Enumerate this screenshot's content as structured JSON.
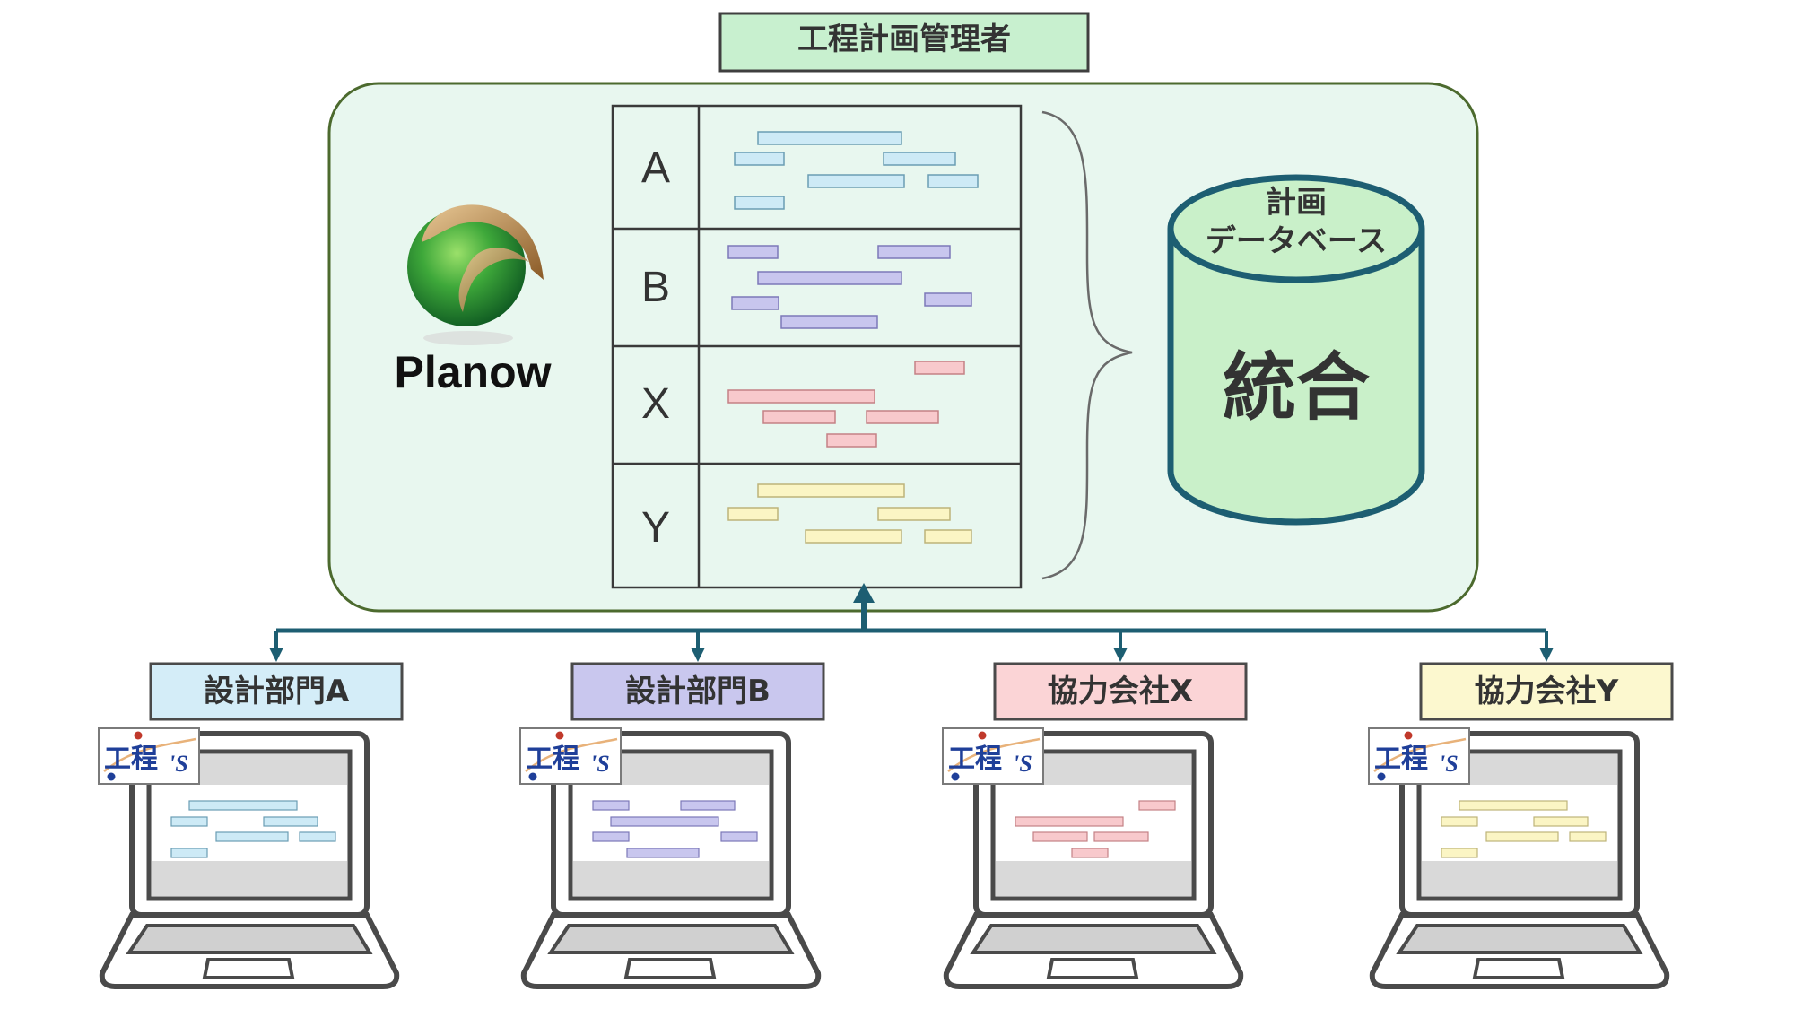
{
  "manager_label": "工程計画管理者",
  "brand": {
    "name": "Planow"
  },
  "schedule_table": {
    "rows": [
      {
        "label": "A",
        "color": "#cdeaf6",
        "border": "#6a9db3"
      },
      {
        "label": "B",
        "color": "#c8c6ee",
        "border": "#7c78b8"
      },
      {
        "label": "X",
        "color": "#f8c9cc",
        "border": "#c48185"
      },
      {
        "label": "Y",
        "color": "#fbf5c4",
        "border": "#bdb37a"
      }
    ]
  },
  "database": {
    "title_line1": "計画",
    "title_line2": "データベース",
    "body": "統合"
  },
  "departments": [
    {
      "label": "設計部門A",
      "color": "#d4edf8"
    },
    {
      "label": "設計部門B",
      "color": "#c9c7ee"
    },
    {
      "label": "協力会社X",
      "color": "#fbd4d6"
    },
    {
      "label": "協力会社Y",
      "color": "#fcf8cf"
    }
  ],
  "client_app": {
    "logo_main": "工程",
    "logo_suffix": "'S"
  },
  "colors": {
    "manager_fill": "#c8f0cf",
    "panel_fill": "#e8f7ef",
    "panel_border": "#4c6a2e",
    "connector": "#1d5e72",
    "db_fill": "#c9f0c9",
    "db_border": "#1d5e72"
  }
}
